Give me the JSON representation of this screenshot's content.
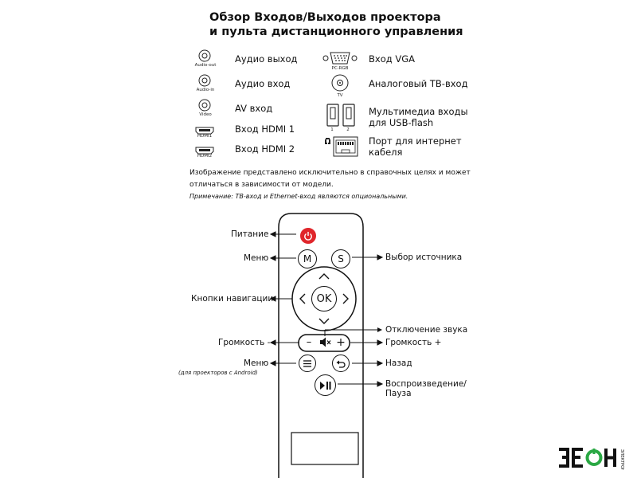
{
  "title": {
    "line1": "Обзор Входов/Выходов проектора",
    "line2": "и пульта дистанционного управления"
  },
  "ports_left": [
    {
      "icon_name": "audio-jack-icon",
      "caption": "Audio-out",
      "label": "Аудио выход"
    },
    {
      "icon_name": "audio-jack-icon",
      "caption": "Audio-in",
      "label": "Аудио вход"
    },
    {
      "icon_name": "video-jack-icon",
      "caption": "Video",
      "label": "AV вход"
    },
    {
      "icon_name": "hdmi-port-icon",
      "caption": "HDMI1",
      "label": "Вход HDMI 1"
    },
    {
      "icon_name": "hdmi-port-icon",
      "caption": "HDMI2",
      "label": "Вход HDMI 2"
    }
  ],
  "ports_right": [
    {
      "icon_name": "vga-port-icon",
      "caption": "PC-RGB",
      "label": "Вход VGA"
    },
    {
      "icon_name": "tv-antenna-port-icon",
      "caption": "TV",
      "label": "Аналоговый ТВ-вход"
    },
    {
      "icon_name": "usb-ports-icon",
      "caption1": "1",
      "caption2": "2",
      "label1": "Мультимедиа входы",
      "label2": "для USB-flash"
    },
    {
      "icon_name": "ethernet-port-icon",
      "label1": "Порт для интернет",
      "label2": "кабеля"
    }
  ],
  "description": {
    "line1": "Изображение представлено исключительно в справочных целях и может",
    "line2": "отличаться в зависимости от модели.",
    "note": "Примечание: ТВ-вход и Ethernet-вход являются опциональными."
  },
  "remote": {
    "buttons": {
      "menu_letter": "M",
      "source_letter": "S",
      "ok": "OK",
      "vol_minus": "–",
      "vol_plus": "+"
    },
    "callouts_left": {
      "power": "Питание",
      "menu": "Меню",
      "navigation": "Кнопки навигации",
      "volume_down": "Громкость -",
      "menu_android": "Меню",
      "menu_android_note": "(для проекторов с Android)"
    },
    "callouts_right": {
      "source": "Выбор источника",
      "mute": "Отключение звука",
      "volume_up": "Громкость +",
      "back": "Назад",
      "play_pause1": "Воспроизведение/",
      "play_pause2": "Пауза"
    }
  },
  "logo": {
    "text": "ЗЕОН",
    "side_text": "ЭЛЕКТРОНИКА"
  },
  "colors": {
    "power_button": "#e0262b",
    "logo_green": "#2aa844",
    "text": "#111111"
  }
}
